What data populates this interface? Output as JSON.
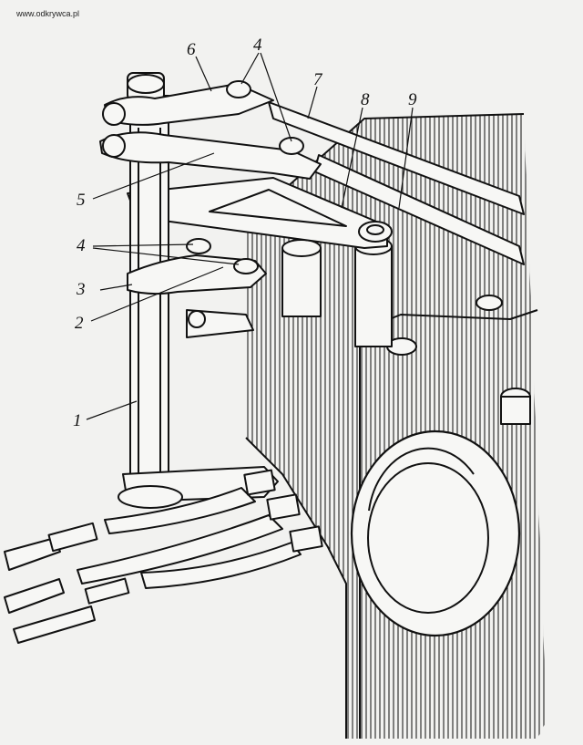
{
  "watermark": "www.odkrywca.pl",
  "callouts": {
    "c1": "1",
    "c2": "2",
    "c3": "3",
    "c4a": "4",
    "c4b": "4",
    "c5": "5",
    "c6": "6",
    "c7": "7",
    "c8": "8",
    "c9": "9"
  },
  "colors": {
    "ink": "#111111",
    "paper": "#f2f2f0"
  }
}
